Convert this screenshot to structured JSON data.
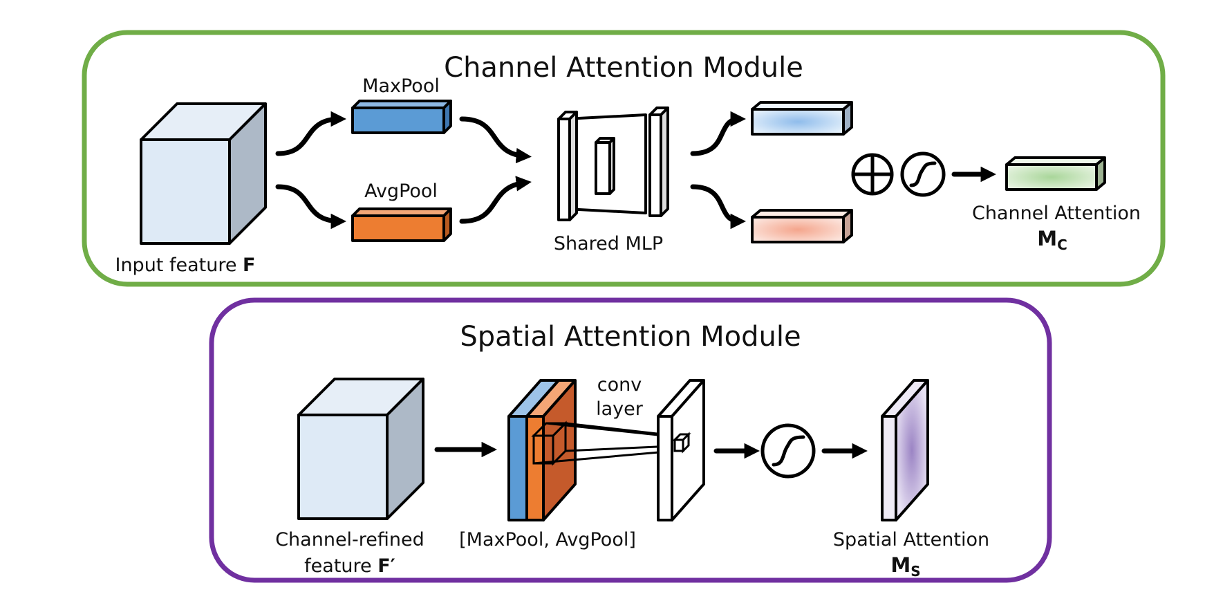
{
  "channel_module": {
    "title": "Channel Attention Module",
    "input_label": "Input feature ",
    "input_symbol": "F",
    "maxpool_label": "MaxPool",
    "avgpool_label": "AvgPool",
    "mlp_label": "Shared MLP",
    "output_label": "Channel Attention",
    "output_symbol": "M",
    "output_subscript": "C",
    "add_op": "element-wise sum",
    "sigmoid_op": "sigmoid",
    "border_color": "#70AD47"
  },
  "spatial_module": {
    "title": "Spatial Attention Module",
    "input_label_line1": "Channel-refined",
    "input_label_line2": "feature ",
    "input_symbol": "F′",
    "pooled_label": "[MaxPool, AvgPool]",
    "conv_label_line1": "conv",
    "conv_label_line2": "layer",
    "output_label": "Spatial Attention",
    "output_symbol": "M",
    "output_subscript": "S",
    "sigmoid_op": "sigmoid",
    "border_color": "#7030A0"
  },
  "colors": {
    "feature_front": "#DEEAF6",
    "feature_side": "#ADB9C7",
    "feature_top": "#E6EEF7",
    "maxpool_blue": "#5B9BD5",
    "avgpool_orange": "#ED7D31",
    "pooled_map_orange": "#C55A2B",
    "channel_out_green": "#C5E0B4",
    "spatial_out_purple": "#B4A7D6"
  }
}
